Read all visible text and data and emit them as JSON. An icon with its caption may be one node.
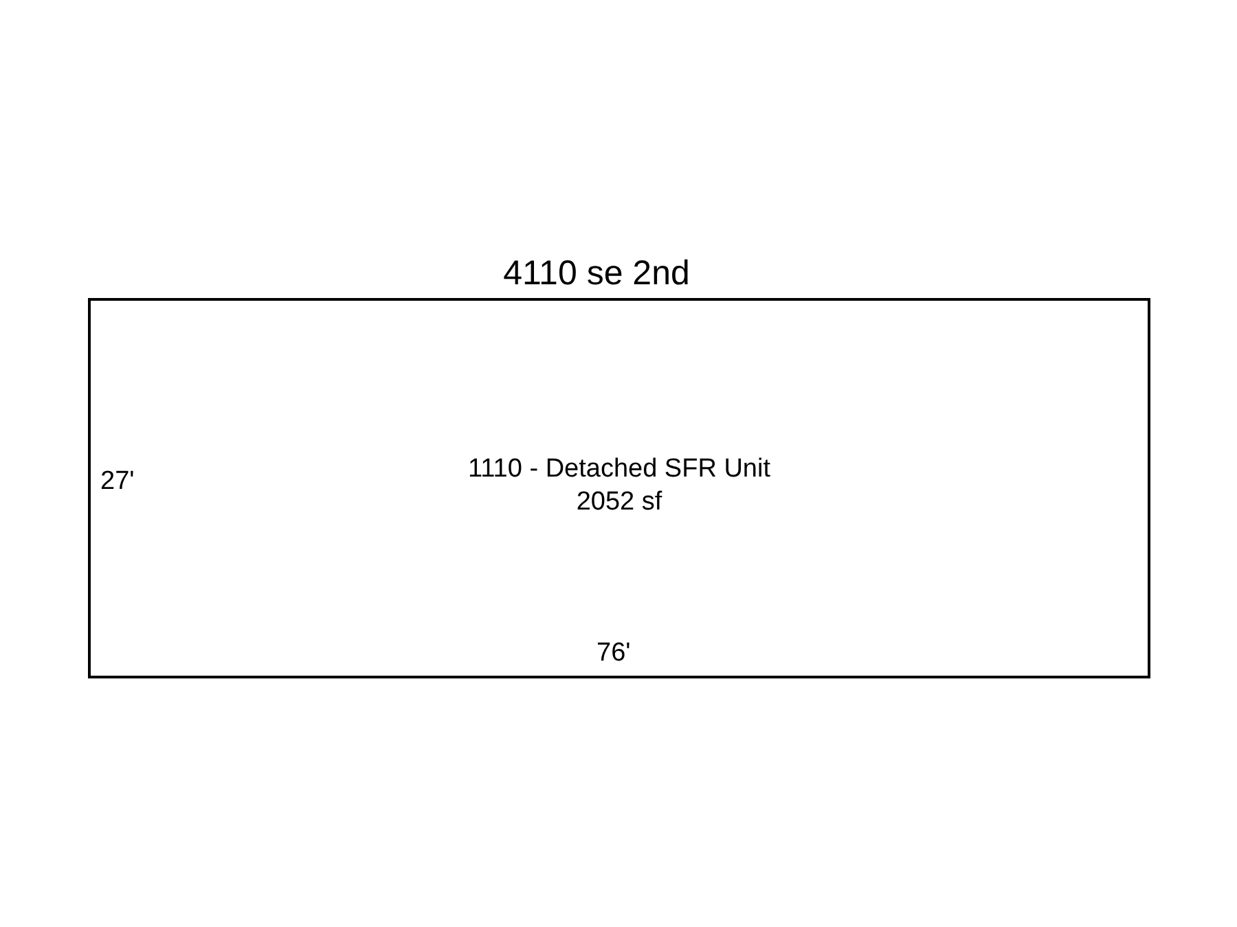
{
  "diagram": {
    "title": "4110 se 2nd",
    "nodes": [
      {
        "text": [
          "1110 - Detached SFR Unit",
          "2052 sf"
        ]
      }
    ],
    "labels": [
      "27'",
      "76'"
    ]
  }
}
